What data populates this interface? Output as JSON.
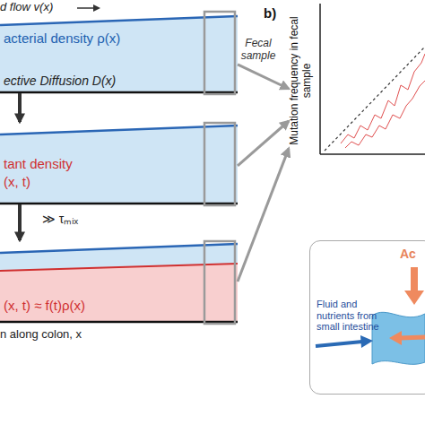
{
  "diagram": {
    "nodes": [
      {
        "text": [
          "acterial density ρ(x)",
          "ective Diffusion D(x)"
        ]
      },
      {
        "text": [
          "tant density",
          "(x, t)"
        ]
      },
      {
        "text": [
          "(x, t) ≈ f(t)ρ(x)"
        ]
      },
      {
        "text": [
          "Mutation frequency in fecal sample"
        ]
      },
      {
        "text": [
          "Ac",
          "Fluid and nutrients from small intestine"
        ]
      }
    ],
    "edges": [
      {
        "from": 0,
        "to": 1,
        "arrow": "to"
      },
      {
        "from": 1,
        "to": 2,
        "label": "≫ τₘᵢₓ",
        "arrow": "to"
      },
      {
        "from": 0,
        "to": 3,
        "label": "Fecal sample",
        "arrow": "to"
      },
      {
        "from": 1,
        "to": 3,
        "arrow": "to"
      },
      {
        "from": 2,
        "to": 3,
        "arrow": "to"
      }
    ],
    "labels": [
      "d flow v(x)",
      "n along colon, x",
      "b)"
    ]
  }
}
